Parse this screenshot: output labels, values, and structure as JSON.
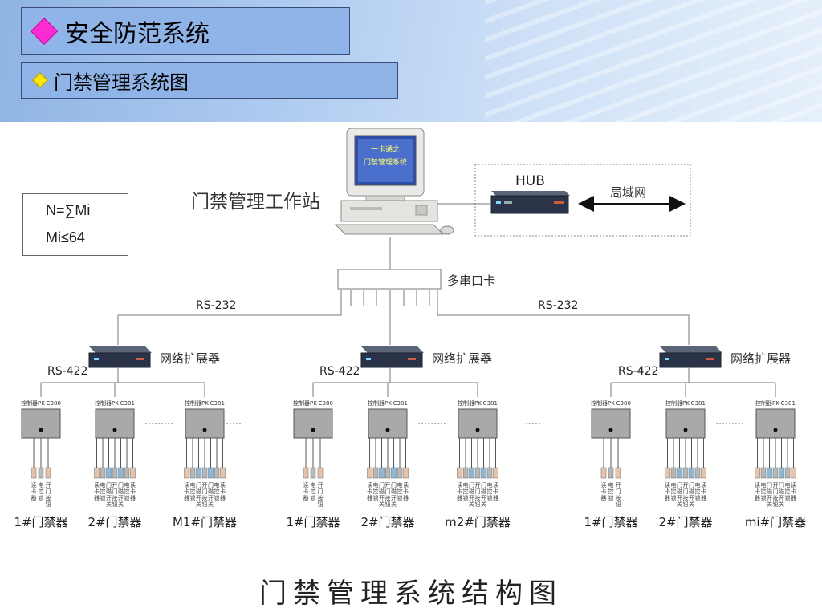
{
  "header": {
    "title": "安全防范系统",
    "subtitle": "门禁管理系统图"
  },
  "formula": {
    "line1": "N=∑Mi",
    "line2": "Mi≤64"
  },
  "workstation": {
    "label": "门禁管理工作站",
    "screen_line1": "一卡通之",
    "screen_line2": "门禁管理系统"
  },
  "hub": {
    "label": "HUB",
    "lan_label": "局域网"
  },
  "serial_card": {
    "label": "多串口卡"
  },
  "links": {
    "rs232_left": "RS-232",
    "rs232_right": "RS-232",
    "rs422": "RS-422"
  },
  "expander_label": "网络扩展器",
  "controller_labels": {
    "c380": "控制器PK-C380",
    "c381": "控制器PK-C381"
  },
  "device_labels": {
    "simple": [
      "读卡器",
      "电控锁",
      "开门按钮"
    ],
    "full": [
      "读卡器",
      "电控锁",
      "门磁开关",
      "开门按钮",
      "门磁开关",
      "电控锁",
      "读卡器"
    ]
  },
  "groups": [
    {
      "names": [
        "1#门禁器",
        "2#门禁器",
        "M1#门禁器"
      ]
    },
    {
      "names": [
        "1#门禁器",
        "2#门禁器",
        "m2#门禁器"
      ]
    },
    {
      "names": [
        "1#门禁器",
        "2#门禁器",
        "mi#门禁器"
      ]
    }
  ],
  "colors": {
    "banner": "#aecbf0",
    "title_box": "#8fb4e8",
    "title_diamond": "#ff2bd2",
    "sub_diamond": "#ffe600",
    "controller": "#a9a9a9"
  },
  "footer": {
    "title": "门禁管理系统结构图"
  }
}
